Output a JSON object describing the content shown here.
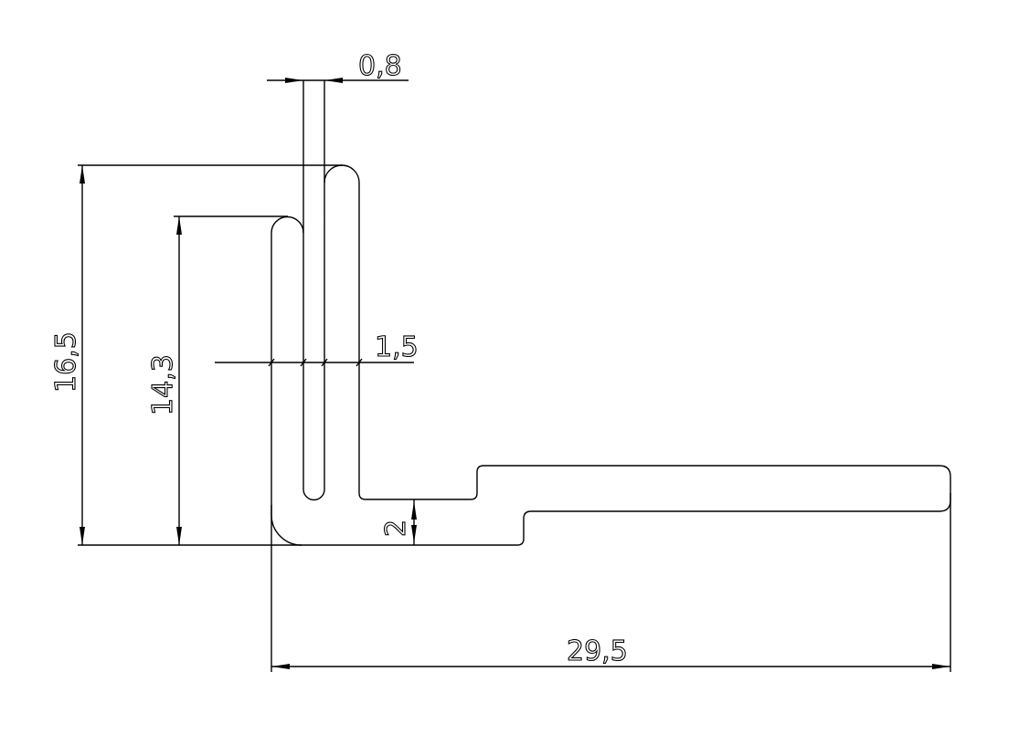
{
  "drawing": {
    "title": "Profile cross-section with dimensions",
    "dimensions": {
      "slot_width": "0,8",
      "overall_height": "16,5",
      "flange_height": "14,3",
      "wall_thickness": "1,5",
      "base_thickness": "2",
      "overall_width": "29,5"
    }
  }
}
